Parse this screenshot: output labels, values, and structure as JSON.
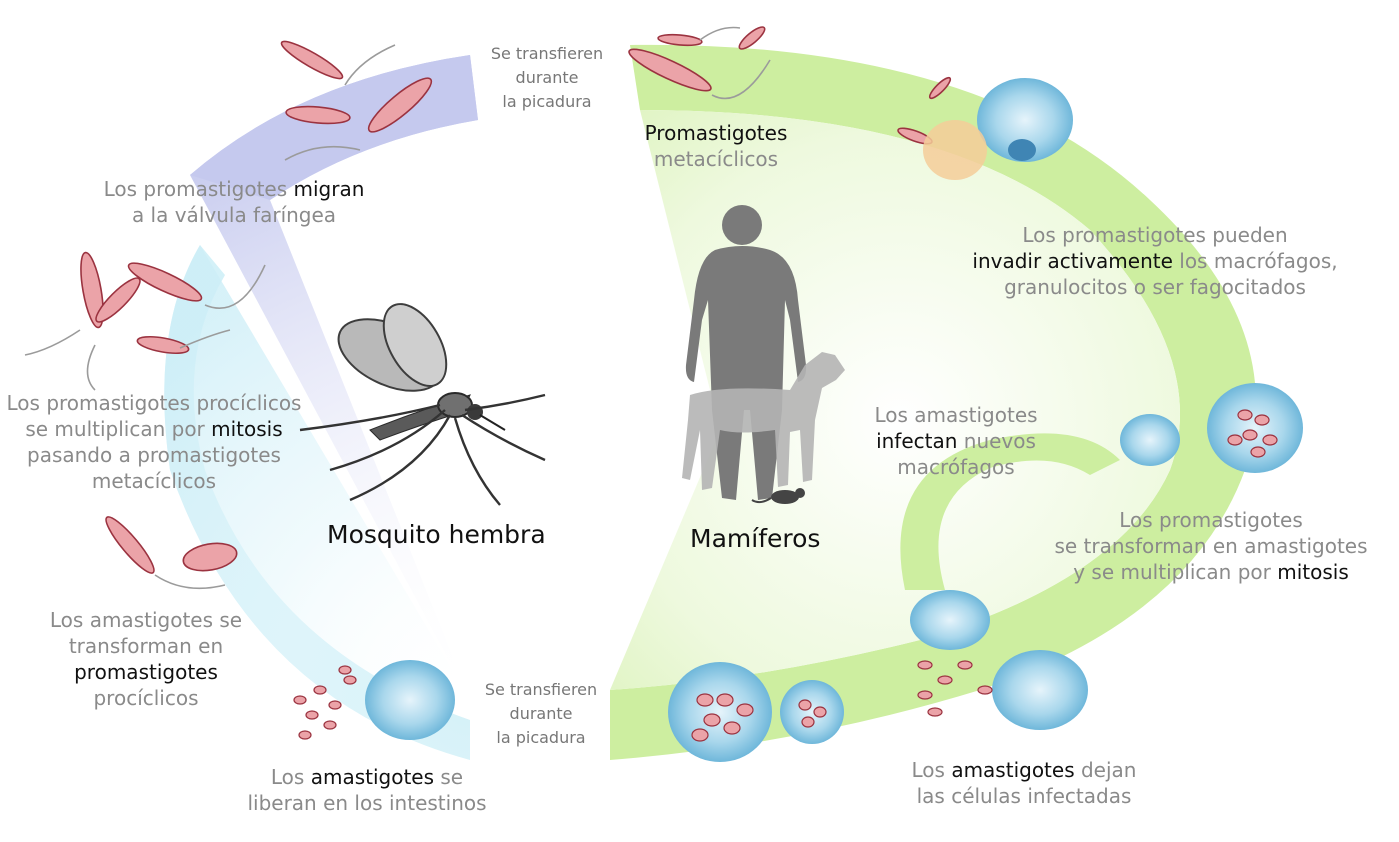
{
  "colors": {
    "mosquito_band_purple": "#c5c9ee",
    "mosquito_band_cyan": "#d9f3f9",
    "mammal_band_green": "#cdeea0",
    "parasite_fill": "#eba3a8",
    "parasite_outline": "#9b3340",
    "macrophage_fill": "#9fd2ea",
    "silhouette_human": "#7a7a7a",
    "silhouette_dog": "#b4b4b4",
    "text_gray": "#8a8a8a",
    "text_dark": "#111111"
  },
  "hosts": {
    "mosquito": "Mosquito hembra",
    "mammals": "Mamíferos"
  },
  "transfer_top": [
    "Se transfieren",
    "durante",
    "la picadura"
  ],
  "transfer_bottom": [
    "Se transfieren",
    "durante",
    "la picadura"
  ],
  "stages": {
    "metacyclic": {
      "key": "Promastigotes",
      "rest": "metacíclicos"
    },
    "invade": {
      "line1": "Los promastigotes pueden",
      "line2_key": "invadir activamente",
      "line2_rest": " los macrófagos,",
      "line3": "granulocitos o ser fagocitados"
    },
    "transform": {
      "line1": "Los promastigotes",
      "line2": "se transforman en amastigotes",
      "line3_pre": "y se multiplican por ",
      "line3_key": "mitosis"
    },
    "infect": {
      "line1": "Los amastigotes",
      "line2_key": "infectan",
      "line2_rest": " nuevos",
      "line3": "macrófagos"
    },
    "leave": {
      "line1_pre": "Los ",
      "line1_key": "amastigotes",
      "line1_rest": " dejan",
      "line2": "las células infectadas"
    },
    "released": {
      "line1_pre": "Los ",
      "line1_key": "amastigotes",
      "line1_rest": " se",
      "line2": "liberan en los intestinos"
    },
    "procyclic": {
      "line1": "Los amastigotes se",
      "line2": "transforman en",
      "line3_key": "promastigotes",
      "line4": "procíclicos"
    },
    "multiply": {
      "line1": "Los promastigotes procíclicos",
      "line2_pre": "se multiplican por ",
      "line2_key": "mitosis",
      "line3": "pasando a promastigotes",
      "line4": "metacíclicos"
    },
    "migrate": {
      "line1_pre": "Los promastigotes ",
      "line1_key": "migran",
      "line2": "a la válvula faríngea"
    }
  }
}
